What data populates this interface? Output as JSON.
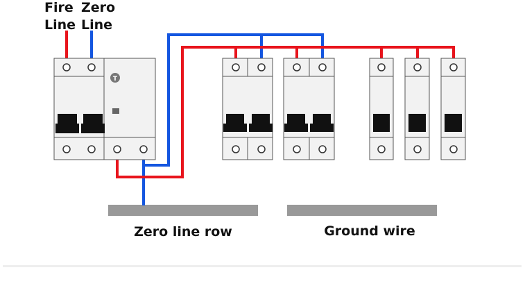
{
  "labels": {
    "fire_line": [
      "Fire",
      "Line"
    ],
    "zero_line": [
      "Zero",
      "Line"
    ],
    "zero_line_row": "Zero line row",
    "ground_wire": "Ground wire"
  },
  "colors": {
    "fire": "#e8141c",
    "zero": "#1456e0",
    "breaker_body": "#f2f2f2",
    "breaker_outline": "#555555",
    "busbar": "#999999"
  },
  "icons": {
    "rcd_test_button": "circle-with-t",
    "breaker_toggle": "black-switch-lever"
  }
}
